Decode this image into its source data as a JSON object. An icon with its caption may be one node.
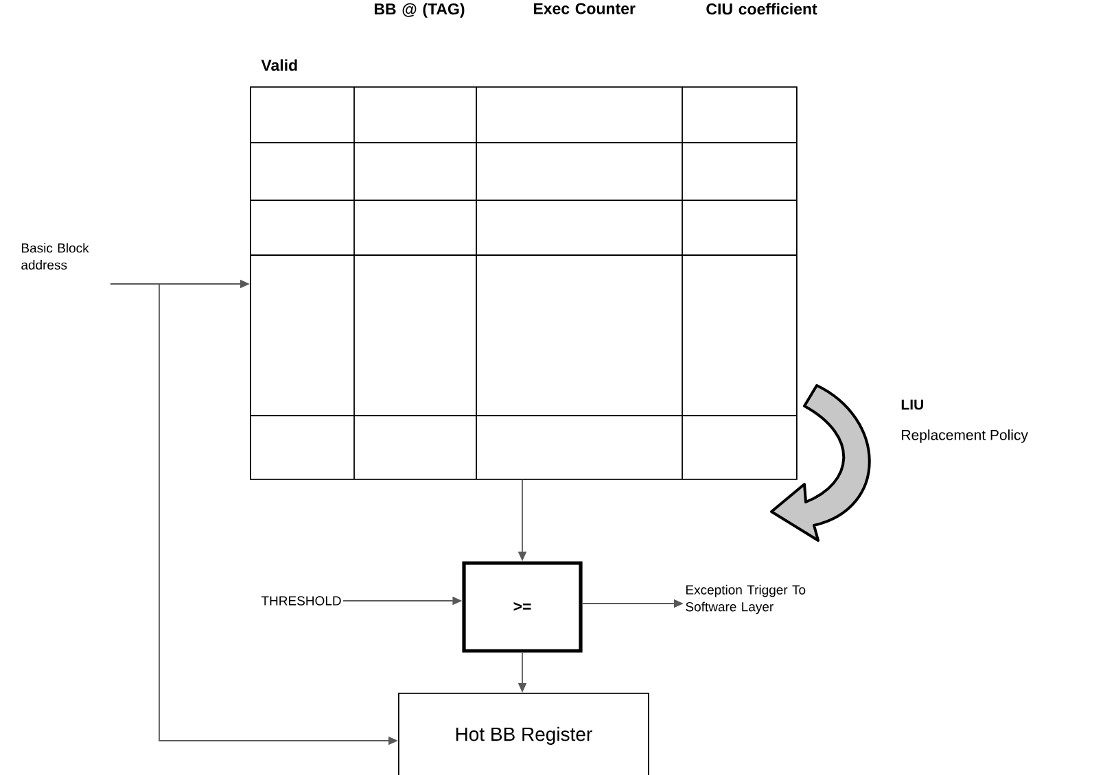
{
  "diagram": {
    "nodes": [
      {
        "text": [
          "Valid",
          "BB @ (TAG)",
          "Exec Counter",
          "CIU coefficient"
        ]
      },
      {
        "text": [
          "Basic Block address"
        ]
      },
      {
        "text": [
          ">="
        ]
      },
      {
        "text": [
          "THRESHOLD"
        ]
      },
      {
        "text": [
          "Exception Trigger To Software Layer"
        ]
      },
      {
        "text": [
          "Hot BB Register"
        ]
      }
    ],
    "edges": [
      {
        "from": 1,
        "to": 0,
        "arrow": "to"
      },
      {
        "from": 1,
        "to": 5,
        "arrow": "to"
      },
      {
        "from": 0,
        "to": 2,
        "arrow": "to"
      },
      {
        "from": 3,
        "to": 2,
        "arrow": "to"
      },
      {
        "from": 2,
        "to": 4,
        "arrow": "to"
      },
      {
        "from": 2,
        "to": 5,
        "arrow": "to"
      }
    ],
    "labels": [
      "LIU",
      "Replacement Policy"
    ]
  }
}
